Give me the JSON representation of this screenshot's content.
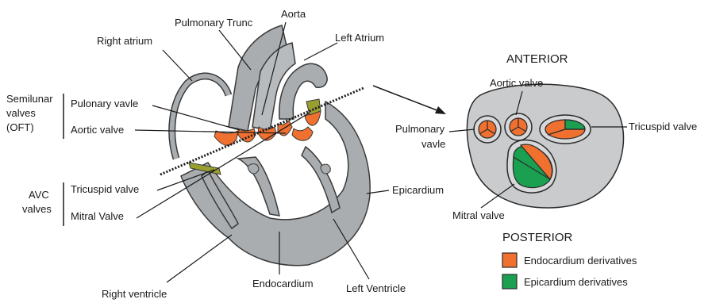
{
  "colors": {
    "endocardium": "#f07030",
    "epicardium": "#1aa050",
    "wall": "#a9adb0",
    "wall_stroke": "#3a3a3a",
    "valve_olive": "#9aa030",
    "plate": "#c9cbcd"
  },
  "heart": {
    "right_atrium": "Right atrium",
    "pulmonary_trunc": "Pulmonary Trunc",
    "aorta": "Aorta",
    "left_atrium": "Left Atrium",
    "semilunar_group": [
      "Semilunar",
      "valves",
      "(OFT)"
    ],
    "pulonary_vavle": "Pulonary vavle",
    "aortic_valve": "Aortic valve",
    "avc_group": [
      "AVC",
      "valves"
    ],
    "tricuspid_valve": "Tricuspid valve",
    "mitral_valve": "Mitral Valve",
    "epicardium": "Epicardium",
    "right_ventricle": "Right ventricle",
    "endocardium": "Endocardium",
    "left_ventricle": "Left Ventricle"
  },
  "section": {
    "anterior": "ANTERIOR",
    "posterior": "POSTERIOR",
    "aortic_valve": "Aortic valve",
    "pulmonary_vavle": [
      "Pulmonary",
      "vavle"
    ],
    "tricuspid_valve": "Tricuspid valve",
    "mitral_valve": "Mitral valve"
  },
  "legend": {
    "endocardium": "Endocardium derivatives",
    "epicardium": "Epicardium derivatives"
  }
}
